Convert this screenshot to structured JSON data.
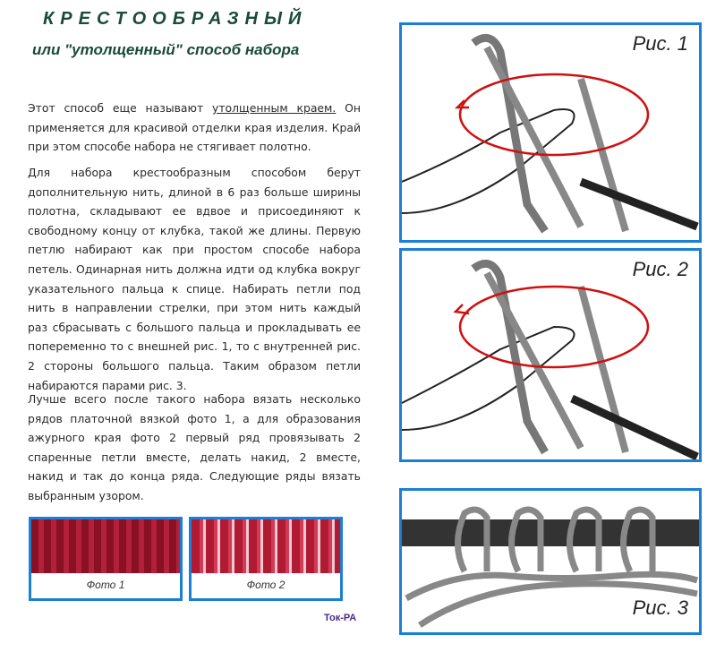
{
  "title": "КРЕСТООБРАЗНЫЙ",
  "subtitle": "или \"утолщенный\"  способ набора",
  "p1_start": "Этот способ еще называют ",
  "p1_link": "утолщенным краем.",
  "p1_end": " Он применяется для красивой отделки края изделия. Край при этом способе набора не стягивает полотно.",
  "p2": "Для набора крестообразным способом берут дополнительную нить, длиной в 6 раз больше ширины полотна, складывают ее вдвое и присоединяют к свободному концу от клубка, такой же длины. Первую петлю набирают как при простом способе набора петель. Одинарная нить должна идти  од клубка вокруг указательного пальца к спице. Набирать петли под нить в направлении стрелки, при этом нить каждый раз сбрасывать с большого пальца и прокладывать ее попеременно то с внешней рис. 1, то с внутренней рис. 2 стороны большого пальца. Таким образом петли набираются парами рис. 3.",
  "p3": "Лучше всего после такого набора  вязать несколько рядов платочной вязкой фото 1, а для образования ажурного края фото 2 первый ряд провязывать 2 спаренные петли вместе, делать накид, 2 вместе, накид и так до конца ряда. Следующие ряды вязать выбранным узором.",
  "photos": [
    "Фото 1",
    "Фото 2"
  ],
  "figures": [
    "Рис. 1",
    "Рис. 2",
    "Рис. 3"
  ],
  "credit": "Ток-РА"
}
